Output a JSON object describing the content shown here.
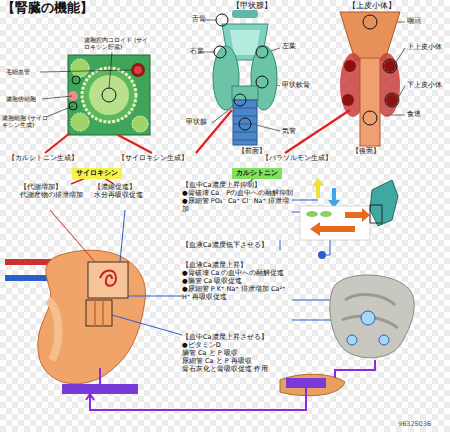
{
  "diagram": {
    "title": "【腎臓の機能】",
    "nodes": [
      {
        "text": [
          "サイロキシン"
        ]
      },
      {
        "text": [
          "カルシトニン"
        ]
      },
      {
        "text": [
          "【代謝増加】",
          "代謝産物の排泄増加"
        ]
      },
      {
        "text": [
          "【濃縮促進】",
          "水分再吸収促進"
        ]
      },
      {
        "text": [
          "【血中Ca濃度上昇抑制】",
          "●骨破壊 Ca、Pの血中への融解抑制",
          "●尿細管 PO₄⁻ Ca⁺ Cl⁻ Na⁺ 排泄増加"
        ]
      },
      {
        "text": [
          "【血液Ca濃度低下させる】"
        ]
      },
      {
        "text": [
          "【血液Ca濃度上昇】",
          "●骨破壊 Ca の血中への融解促進",
          "●腸管 Ca 吸収促進",
          "●尿細管 P K⁺ Na⁺ 排泄増加 Ca²⁺ H⁺ 再吸収促進"
        ]
      },
      {
        "text": [
          "【血中Ca濃度上昇させる】",
          "●ビタミンD",
          "腸管 Ca と P 吸収",
          "尿細管 Ca と P 再吸収",
          "骨石灰化と骨吸収促進 作用"
        ]
      }
    ],
    "edges": [
      {
        "from": 0,
        "to": 2,
        "arrow": "none"
      },
      {
        "from": 0,
        "to": 3,
        "arrow": "none"
      },
      {
        "from": 1,
        "to": 4,
        "arrow": "none"
      }
    ],
    "labels": [
      "【甲状腺】",
      "【上皮小体】",
      "濾胞腔内コロイド (サイロキシン貯蔵)",
      "毛細血管",
      "濾胞傍細胞",
      "濾胞細胞 (サイロキシン生成)",
      "舌骨",
      "右葉",
      "左葉",
      "甲状軟骨",
      "甲状腺",
      "気管",
      "【前面】",
      "咽頭",
      "上上皮小体",
      "下上皮小体",
      "食道",
      "【後面】",
      "【カルシトニン生成】",
      "【サイロキシン生成】",
      "【パラソルモン生成】",
      "96325036"
    ]
  }
}
